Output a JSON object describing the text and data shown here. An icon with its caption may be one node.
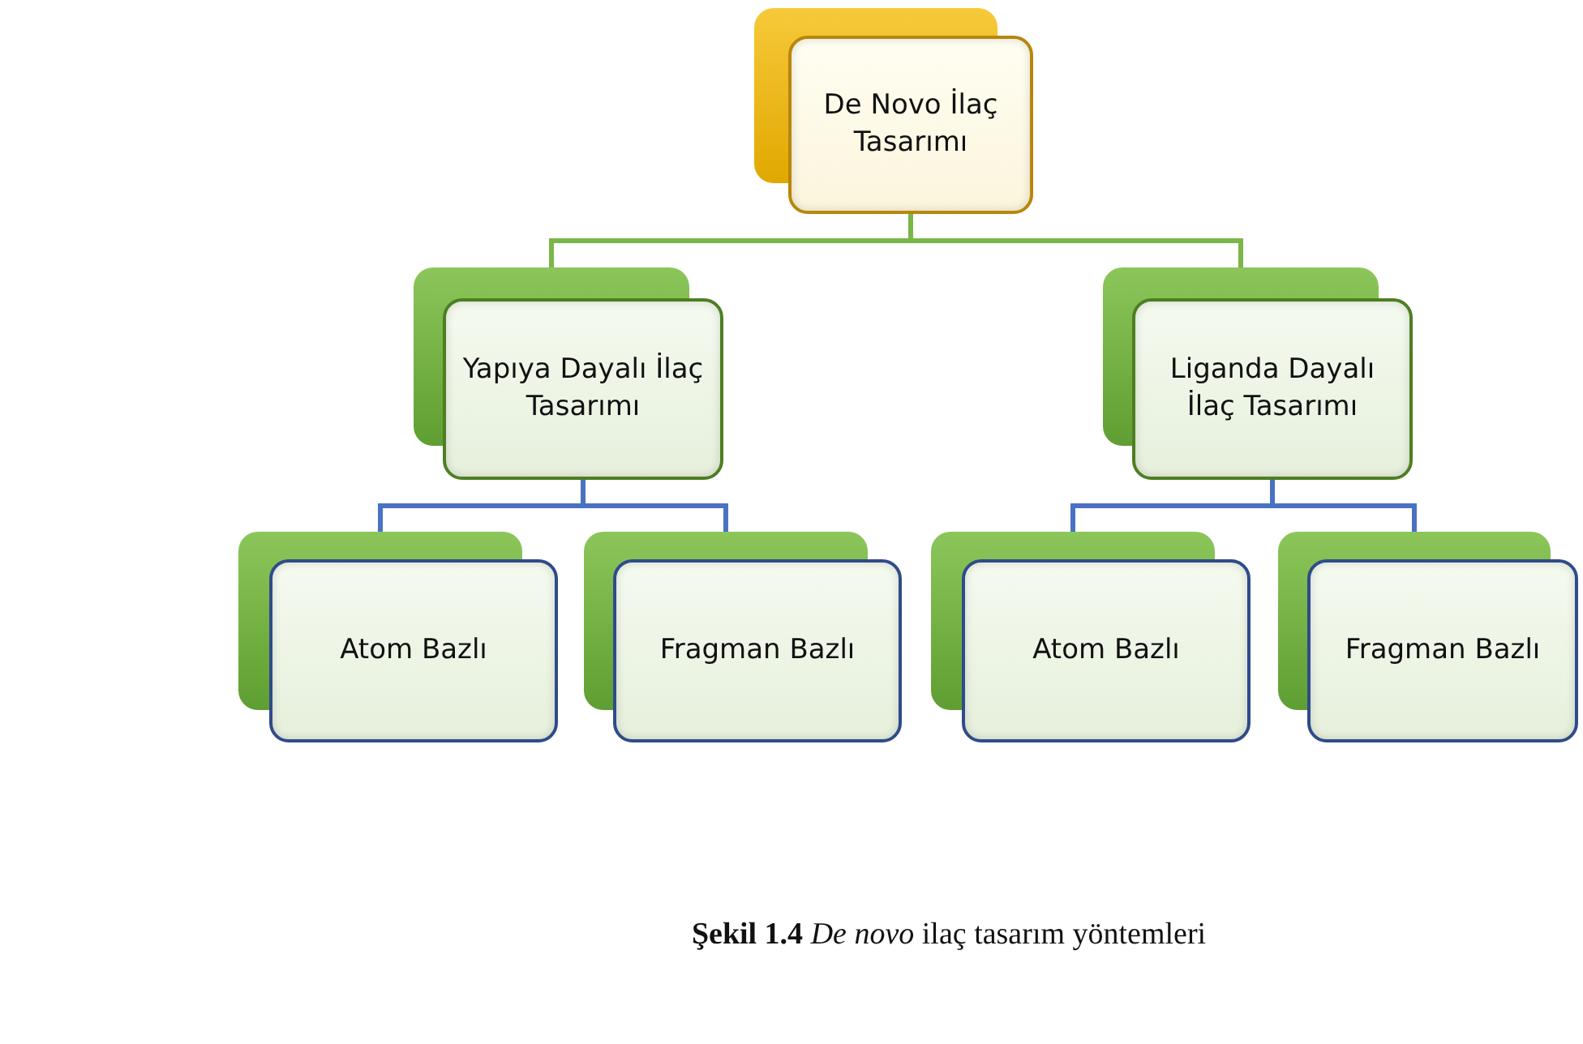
{
  "diagram": {
    "caption": "**Şekil 1.4** *De novo* ilaç tasarım yöntemleri",
    "nodes": [
      {
        "text": [
          "De Novo İlaç Tasarımı"
        ]
      },
      {
        "text": [
          "Yapıya Dayalı İlaç Tasarımı"
        ]
      },
      {
        "text": [
          "Liganda Dayalı İlaç Tasarımı"
        ]
      },
      {
        "text": [
          "Atom Bazlı"
        ]
      },
      {
        "text": [
          "Fragman Bazlı"
        ]
      },
      {
        "text": [
          "Atom Bazlı"
        ]
      },
      {
        "text": [
          "Fragman Bazlı"
        ]
      }
    ],
    "edges": [
      {
        "from": 0,
        "to": 1,
        "arrow": "none",
        "color": "#7ab648"
      },
      {
        "from": 0,
        "to": 2,
        "arrow": "none",
        "color": "#7ab648"
      },
      {
        "from": 1,
        "to": 3,
        "arrow": "none"
      },
      {
        "from": 1,
        "to": 4,
        "arrow": "none"
      },
      {
        "from": 2,
        "to": 5,
        "arrow": "none"
      },
      {
        "from": 2,
        "to": 6,
        "arrow": "none"
      }
    ]
  }
}
